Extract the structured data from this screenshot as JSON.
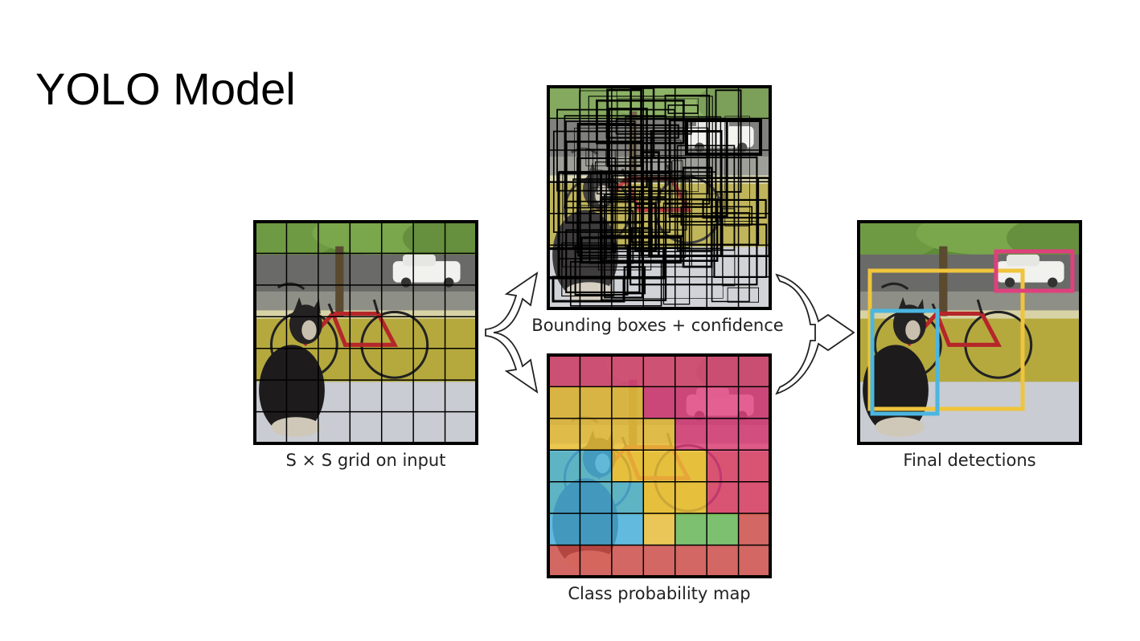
{
  "slide": {
    "title": "YOLO Model"
  },
  "captions": {
    "grid": "S × S grid on input",
    "boxes": "Bounding boxes + confidence",
    "classmap": "Class probability map",
    "final": "Final detections"
  },
  "colors": {
    "bike": "#f0c43c",
    "dog": "#4cb6e0",
    "car": "#e0407e",
    "dining_table": "#d6504a",
    "green_class": "#6cbd5a",
    "grid_line": "#000000"
  },
  "grid": {
    "cells": 7
  },
  "class_map": {
    "rows": [
      [
        "car",
        "car",
        "car",
        "car",
        "car",
        "car",
        "car"
      ],
      [
        "bike",
        "bike",
        "bike",
        "car",
        "car",
        "car",
        "car"
      ],
      [
        "bike",
        "bike",
        "bike",
        "bike",
        "car",
        "car",
        "car"
      ],
      [
        "dog",
        "dog",
        "bike",
        "bike",
        "bike",
        "car",
        "car"
      ],
      [
        "dog",
        "dog",
        "dog",
        "bike",
        "bike",
        "car",
        "car"
      ],
      [
        "dog",
        "dog",
        "dog",
        "bike",
        "green_class",
        "green_class",
        "dining_table"
      ],
      [
        "dining_table",
        "dining_table",
        "dining_table",
        "dining_table",
        "dining_table",
        "dining_table",
        "dining_table"
      ]
    ]
  }
}
